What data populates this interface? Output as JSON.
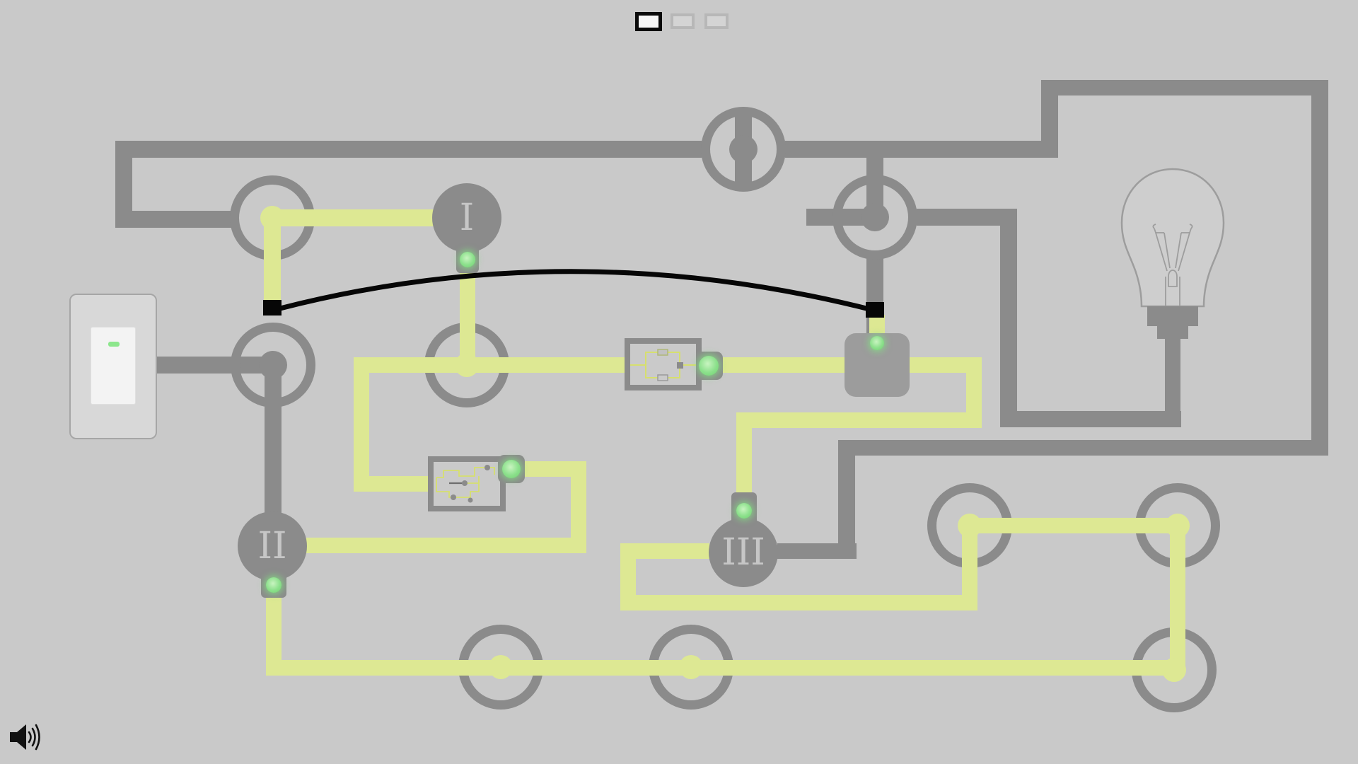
{
  "scene": {
    "background": "#c9c9c9"
  },
  "progress": {
    "dots": [
      {
        "state": "active"
      },
      {
        "state": "inactive"
      },
      {
        "state": "inactive"
      }
    ]
  },
  "sockets": [
    {
      "label": "I"
    },
    {
      "label": "II"
    },
    {
      "label": "III"
    }
  ],
  "power_switch": {
    "state": "on",
    "indicator_color": "#8ce68c"
  },
  "light_bulb": {
    "state": "off"
  },
  "patch_cable": {
    "color": "#060606",
    "plugged_left": true,
    "plugged_right": true
  },
  "colors": {
    "background": "#c9c9c9",
    "wire_unpowered": "#8b8b8b",
    "wire_powered": "#dde893",
    "connector_green": "#8be08b",
    "component_gray": "#8b8b8b"
  },
  "icons": {
    "sound": "speaker-waves-icon"
  }
}
